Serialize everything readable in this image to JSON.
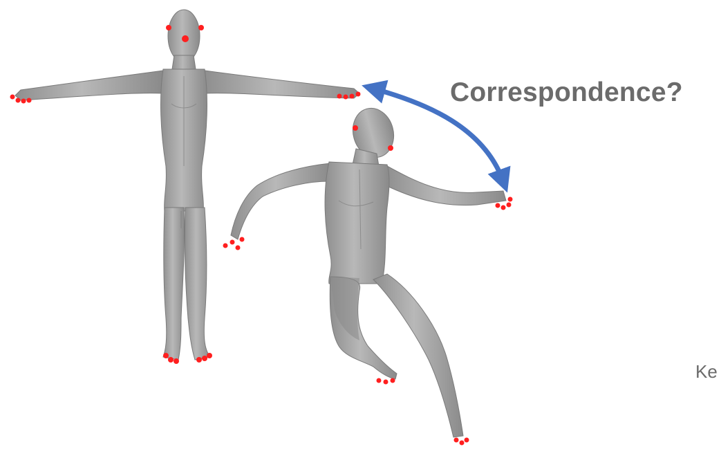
{
  "figure": {
    "question_label": "Correspondence?",
    "partial_label": "Ke",
    "colors": {
      "mesh_fill": "#a9a9a9",
      "mesh_shade": "#8c8c8c",
      "keypoint": "#ff1f1f",
      "arrow": "#4472c4",
      "text": "#6b6b6b"
    },
    "shapes": [
      {
        "name": "t-pose-human",
        "pose": "t-pose"
      },
      {
        "name": "dynamic-pose-human",
        "pose": "lunging / reaching"
      }
    ],
    "keypoint_regions": [
      "head",
      "left-hand",
      "right-hand",
      "left-foot",
      "right-foot"
    ],
    "arrow": {
      "type": "double-headed",
      "from": "t-pose right hand",
      "to": "dynamic-pose right hand"
    }
  }
}
